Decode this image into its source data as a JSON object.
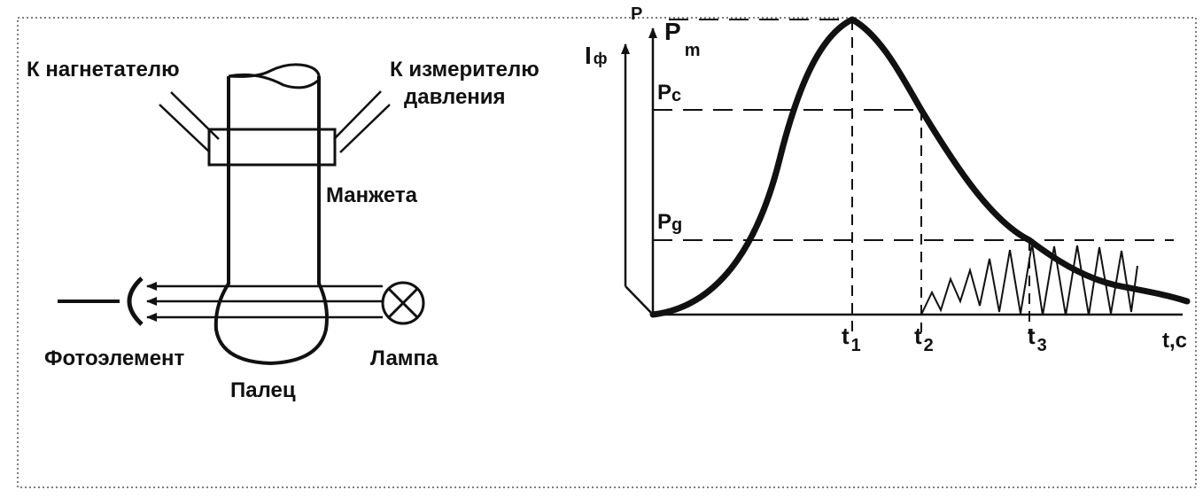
{
  "device": {
    "to_pump": "К нагнетателю",
    "to_gauge_1": "К измерителю",
    "to_gauge_2": "давления",
    "cuff": "Манжета",
    "photocell": "Фотоэлемент",
    "lamp": "Лампа",
    "finger": "Палец"
  },
  "graph": {
    "y_left": {
      "main": "I",
      "sub": "ф"
    },
    "y_right": "P",
    "p_max": {
      "main": "P",
      "sub": "m"
    },
    "p_systolic": {
      "main": "P",
      "sub": "c"
    },
    "p_diastolic": {
      "main": "P",
      "sub": "g"
    },
    "t1": {
      "main": "t",
      "sub": "1"
    },
    "t2": {
      "main": "t",
      "sub": "2"
    },
    "t3": {
      "main": "t",
      "sub": "3"
    },
    "x_axis": "t,c"
  },
  "colors": {
    "ink": "#111111",
    "border": "#555555",
    "background": "#ffffff"
  }
}
